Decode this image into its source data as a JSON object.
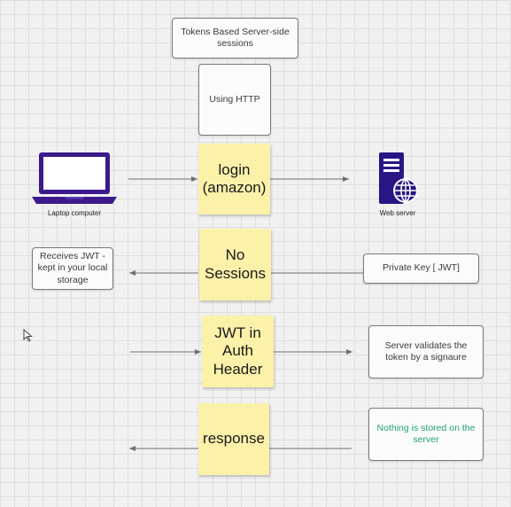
{
  "header": {
    "title": "Tokens Based Server-side sessions",
    "protocol": "Using HTTP"
  },
  "nodes": {
    "client_label": "Laptop computer",
    "server_label": "Web server"
  },
  "steps": [
    {
      "label": "login (amazon)"
    },
    {
      "label": "No Sessions"
    },
    {
      "label": "JWT in Auth Header"
    },
    {
      "label": "response"
    }
  ],
  "client_notes": {
    "receives_jwt": "Receives JWT - kept in your local storage"
  },
  "server_notes": {
    "private_key": "Private Key [ JWT]",
    "validates": "Server validates the token by a signaure",
    "nothing_stored": "Nothing is stored on the server"
  },
  "colors": {
    "laptop": "#3c1a8c",
    "server": "#2a1585",
    "sticky": "#fbf1a9",
    "accent_text": "#1fa37a"
  },
  "icons": [
    "laptop-icon",
    "web-server-icon",
    "cursor-icon"
  ]
}
